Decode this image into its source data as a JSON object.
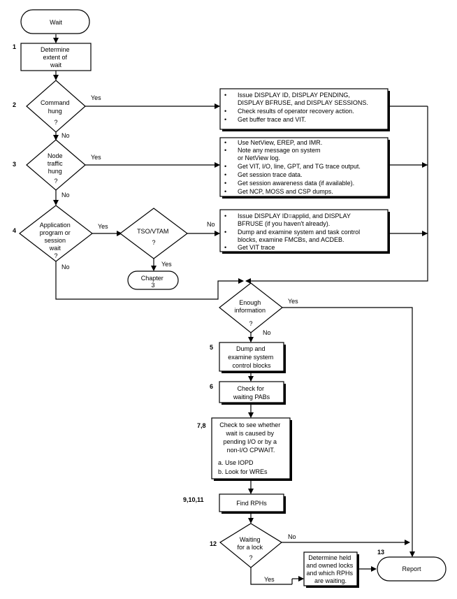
{
  "nodes": {
    "wait": "Wait",
    "determine": [
      "Determine",
      "extent of",
      "wait"
    ],
    "command_hung": [
      "Command",
      "hung",
      "?"
    ],
    "node_hung": [
      "Node",
      "traffic",
      "hung",
      "?"
    ],
    "app_wait": [
      "Application",
      "program or",
      "session",
      "wait",
      "?"
    ],
    "tso_vtam": [
      "TSO/VTAM",
      "?"
    ],
    "chapter": [
      "Chapter",
      "3"
    ],
    "enough": [
      "Enough",
      "information",
      "?"
    ],
    "dump": [
      "Dump and",
      "examine system",
      "control blocks"
    ],
    "check_pabs": [
      "Check for",
      "waiting PABs"
    ],
    "check_io": [
      "Check to see whether",
      "wait is caused by",
      "pending I/O or by a",
      "non-I/O CPWAIT."
    ],
    "check_io_items": [
      "a. Use IOPD",
      "b. Look for WREs"
    ],
    "find_rphs": "Find RPHs",
    "waiting_lock": [
      "Waiting",
      "for a lock",
      "?"
    ],
    "determine_locks": [
      "Determine held",
      "and owned locks",
      "and which RPHs",
      "are waiting."
    ],
    "report": "Report"
  },
  "steps": {
    "s1": "1",
    "s2": "2",
    "s3": "3",
    "s4": "4",
    "s5": "5",
    "s6": "6",
    "s7": "7,8",
    "s9": "9,10,11",
    "s12": "12",
    "s13": "13"
  },
  "labels": {
    "yes": "Yes",
    "no": "No"
  },
  "actions": {
    "command": [
      "Issue DISPLAY ID, DISPLAY PENDING,",
      "DISPLAY BFRUSE, and DISPLAY SESSIONS.",
      "Check  results of operator recovery action.",
      "Get buffer trace and VIT."
    ],
    "node": [
      "Use NetView, EREP, and IMR.",
      "Note any message on system",
      "or NetView log.",
      "Get VIT, I/O, line, GPT, and TG trace output.",
      "Get session trace data.",
      "Get session awareness data (if available).",
      "Get NCP, MOSS and CSP dumps."
    ],
    "app": [
      "Issue DISPLAY ID=applid, and DISPLAY",
      "BFRUSE (if you haven't already).",
      "Dump and examine system and task control",
      "blocks, examine FMCBs, and ACDEB.",
      "Get VIT trace"
    ]
  }
}
